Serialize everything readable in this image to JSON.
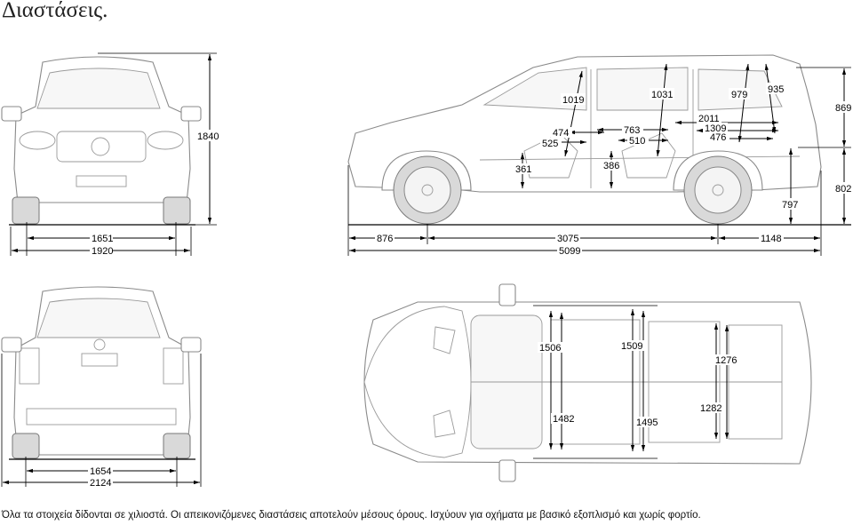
{
  "title": "Διαστάσεις.",
  "footnote": "Όλα τα στοιχεία δίδονται σε χιλιοστά. Οι απεικονιζόμενες διαστάσεις αποτελούν μέσους όρους. Ισχύουν για οχήματα με βασικό εξοπλισμό και χωρίς φορτίο.",
  "colors": {
    "line": "#000000",
    "vehicle": "#8a8a8a",
    "tyre": "#d9d9d9"
  },
  "front_view": {
    "height": "1840",
    "track": "1651",
    "width": "1920"
  },
  "side_view": {
    "front_overhang": "876",
    "wheelbase": "3075",
    "rear_overhang": "1148",
    "length": "5099",
    "headroom_front": "1019",
    "headroom_row2": "1031",
    "headroom_row3": "979",
    "headroom_cargo": "935",
    "legroom_front": "474",
    "seat_depth_front": "525",
    "legroom_row2": "763",
    "seat_depth_row2": "510",
    "cargo_length_max": "2011",
    "cargo_length_row3_folded": "1309",
    "cargo_length": "476",
    "seat_height_front": "361",
    "seat_height_row2": "386",
    "rear_window_height": "869",
    "load_sill_height": "797",
    "ground_to_tailgate": "802"
  },
  "rear_view": {
    "track": "1654",
    "width_mirrors": "2124"
  },
  "top_view": {
    "shoulder_front": "1506",
    "shoulder_row2": "1509",
    "shoulder_row3": "1276",
    "elbow_front": "1482",
    "elbow_row2": "1495",
    "elbow_row3": "1282"
  }
}
